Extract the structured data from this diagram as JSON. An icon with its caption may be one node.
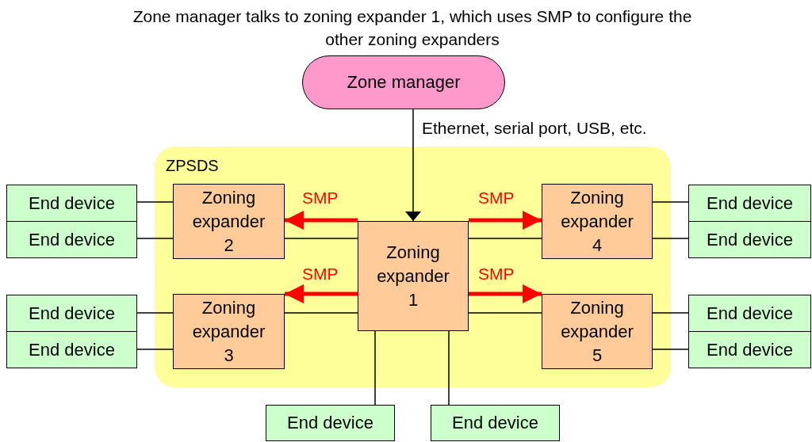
{
  "diagram": {
    "title": "Zone manager talks to zoning expander 1, which uses SMP to configure the other zoning expanders",
    "nodes": [
      {
        "text": [
          "Zone manager"
        ]
      },
      {
        "text": [
          "ZPSDS"
        ]
      },
      {
        "text": [
          "Zoning expander 2"
        ],
        "in": 1
      },
      {
        "text": [
          "Zoning expander 4"
        ],
        "in": 1
      },
      {
        "text": [
          "Zoning expander 1"
        ],
        "in": 1
      },
      {
        "text": [
          "Zoning expander 3"
        ],
        "in": 1
      },
      {
        "text": [
          "Zoning expander 5"
        ],
        "in": 1
      },
      {
        "text": [
          "End device"
        ]
      },
      {
        "text": [
          "End device"
        ]
      },
      {
        "text": [
          "End device"
        ]
      },
      {
        "text": [
          "End device"
        ]
      },
      {
        "text": [
          "End device"
        ]
      },
      {
        "text": [
          "End device"
        ]
      },
      {
        "text": [
          "End device"
        ]
      },
      {
        "text": [
          "End device"
        ]
      },
      {
        "text": [
          "End device"
        ]
      },
      {
        "text": [
          "End device"
        ]
      }
    ],
    "edges": [
      {
        "from": 0,
        "to": 4,
        "arrow": "to",
        "label": "Ethernet, serial port, USB, etc."
      },
      {
        "from": 4,
        "to": 2,
        "arrow": "to",
        "label": "SMP",
        "style": "thick",
        "color": "#ff0000"
      },
      {
        "from": 4,
        "to": 3,
        "arrow": "to",
        "label": "SMP",
        "style": "thick",
        "color": "#ff0000"
      },
      {
        "from": 4,
        "to": 5,
        "arrow": "to",
        "label": "SMP",
        "style": "thick",
        "color": "#ff0000"
      },
      {
        "from": 4,
        "to": 6,
        "arrow": "to",
        "label": "SMP",
        "style": "thick",
        "color": "#ff0000"
      },
      {
        "from": 2,
        "to": 4,
        "arrow": "none"
      },
      {
        "from": 3,
        "to": 4,
        "arrow": "none"
      },
      {
        "from": 5,
        "to": 4,
        "arrow": "none"
      },
      {
        "from": 6,
        "to": 4,
        "arrow": "none"
      },
      {
        "from": 7,
        "to": 2,
        "arrow": "none"
      },
      {
        "from": 8,
        "to": 2,
        "arrow": "none"
      },
      {
        "from": 9,
        "to": 5,
        "arrow": "none"
      },
      {
        "from": 10,
        "to": 5,
        "arrow": "none"
      },
      {
        "from": 11,
        "to": 3,
        "arrow": "none"
      },
      {
        "from": 12,
        "to": 3,
        "arrow": "none"
      },
      {
        "from": 13,
        "to": 6,
        "arrow": "none"
      },
      {
        "from": 14,
        "to": 6,
        "arrow": "none"
      },
      {
        "from": 4,
        "to": 15,
        "arrow": "none"
      },
      {
        "from": 4,
        "to": 16,
        "arrow": "none"
      }
    ]
  }
}
